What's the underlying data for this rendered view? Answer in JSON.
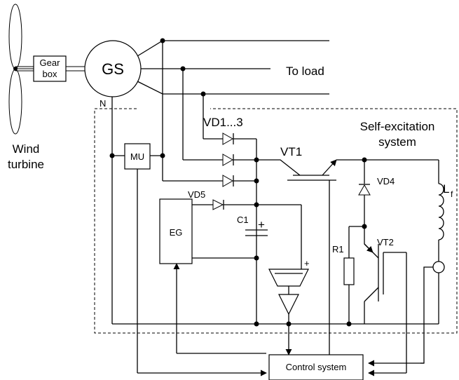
{
  "labels": {
    "gearbox_line1": "Gear",
    "gearbox_line2": "box",
    "generator": "GS",
    "to_load": "To load",
    "neutral": "N",
    "vd1_3": "VD1...3",
    "self_exc_line1": "Self-excitation",
    "self_exc_line2": "system",
    "wind_line1": "Wind",
    "wind_line2": "turbine",
    "mu": "MU",
    "vt1": "VT1",
    "vd4": "VD4",
    "lf_main": "L",
    "lf_sub": "f",
    "vd5": "VD5",
    "eg": "EG",
    "c1": "C1",
    "c1_plus": "+",
    "amp_plus": "+",
    "r1": "R1",
    "vt2": "VT2",
    "control_system": "Control system"
  }
}
